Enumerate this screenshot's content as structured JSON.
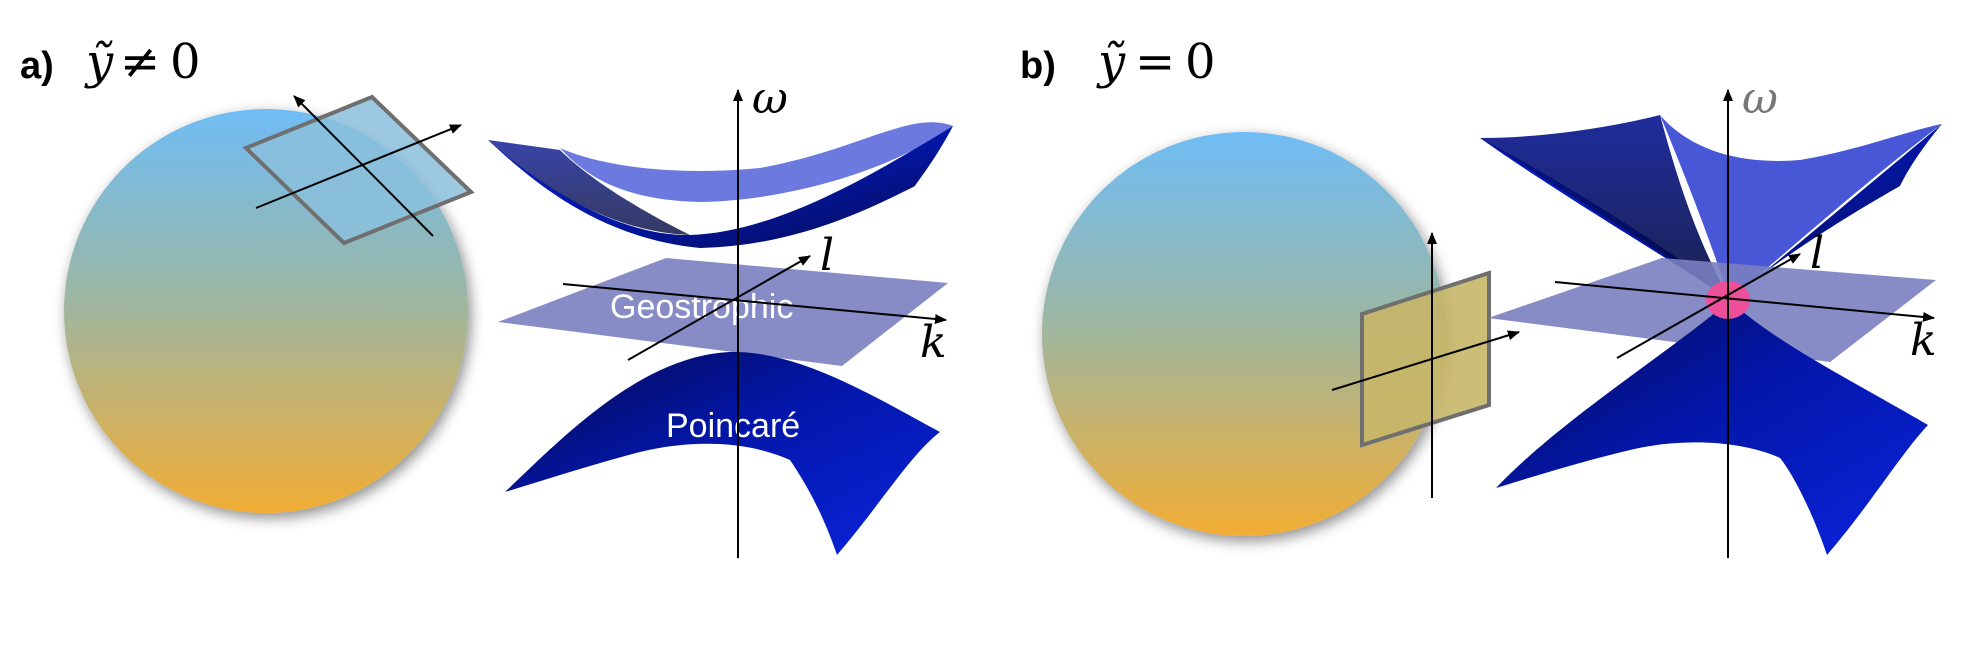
{
  "panel_a": {
    "letter": "a)",
    "condition_symbol": "ỹ",
    "condition_relation": "≠",
    "condition_value": "0",
    "labels": {
      "geostrophic": "Geostrophic",
      "poincare": "Poincaré"
    },
    "axes": {
      "omega": "ω",
      "k": "k",
      "l": "l"
    }
  },
  "panel_b": {
    "letter": "b)",
    "condition_symbol": "ỹ",
    "condition_relation": "=",
    "condition_value": "0",
    "axes": {
      "omega": "ω",
      "k": "k",
      "l": "l"
    }
  },
  "colors": {
    "sphere_top": "#6fbcf5",
    "sphere_bottom": "#f2ad34",
    "surface_blue": "#0a1fc8",
    "surface_dark": "#040a5a",
    "plane_lavender": "#7a7fc0",
    "tangent_plane_a": "#8bbfdc",
    "tangent_plane_b": "#c6b668",
    "degeneracy_point": "#ee4f9a",
    "omega_axis_b": "#777777"
  }
}
